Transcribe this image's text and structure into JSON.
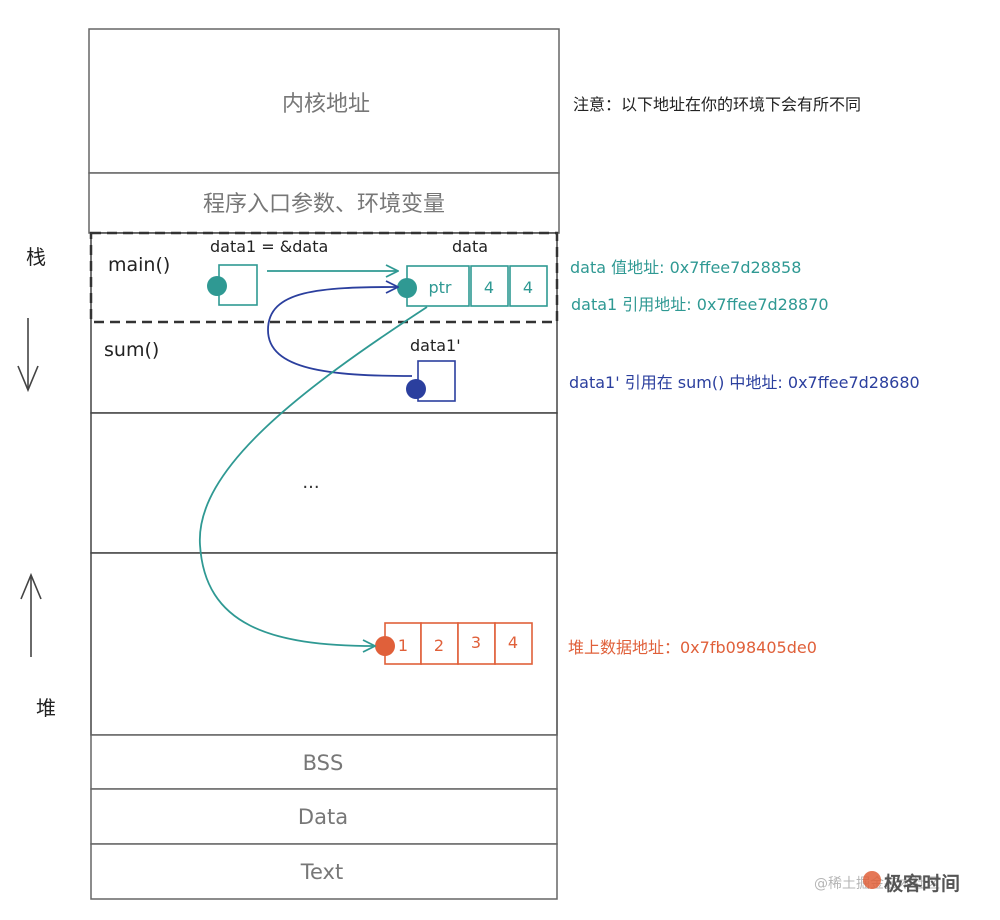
{
  "segments": {
    "kernel": "内核地址",
    "args_env": "程序入口参数、环境变量",
    "ellipsis": "...",
    "bss": "BSS",
    "data": "Data",
    "text": "Text"
  },
  "side_labels": {
    "stack": "栈",
    "heap": "堆"
  },
  "frames": {
    "main": "main()",
    "sum": "sum()"
  },
  "main_frame": {
    "data1_label": "data1 = &data",
    "data_label": "data",
    "ptr": "ptr",
    "cap": "4",
    "len": "4"
  },
  "sum_frame": {
    "data1_prime_label": "data1'"
  },
  "heap_cells": [
    "1",
    "2",
    "3",
    "4"
  ],
  "notes": {
    "warning": "注意：以下地址在你的环境下会有所不同",
    "data_addr": "data 值地址: 0x7ffee7d28858",
    "data1_addr": "data1 引用地址: 0x7ffee7d28870",
    "data1_prime_addr": "data1' 引用在 sum() 中地址: 0x7ffee7d28680",
    "heap_addr": "堆上数据地址：0x7fb098405de0"
  },
  "watermark": {
    "left": "@稀土掘金技术社区",
    "right": "极客时间"
  },
  "colors": {
    "teal": "#2f9993",
    "navy": "#2b3f9e",
    "orange": "#e0603a",
    "gray_text": "#777777",
    "border": "#555555"
  }
}
